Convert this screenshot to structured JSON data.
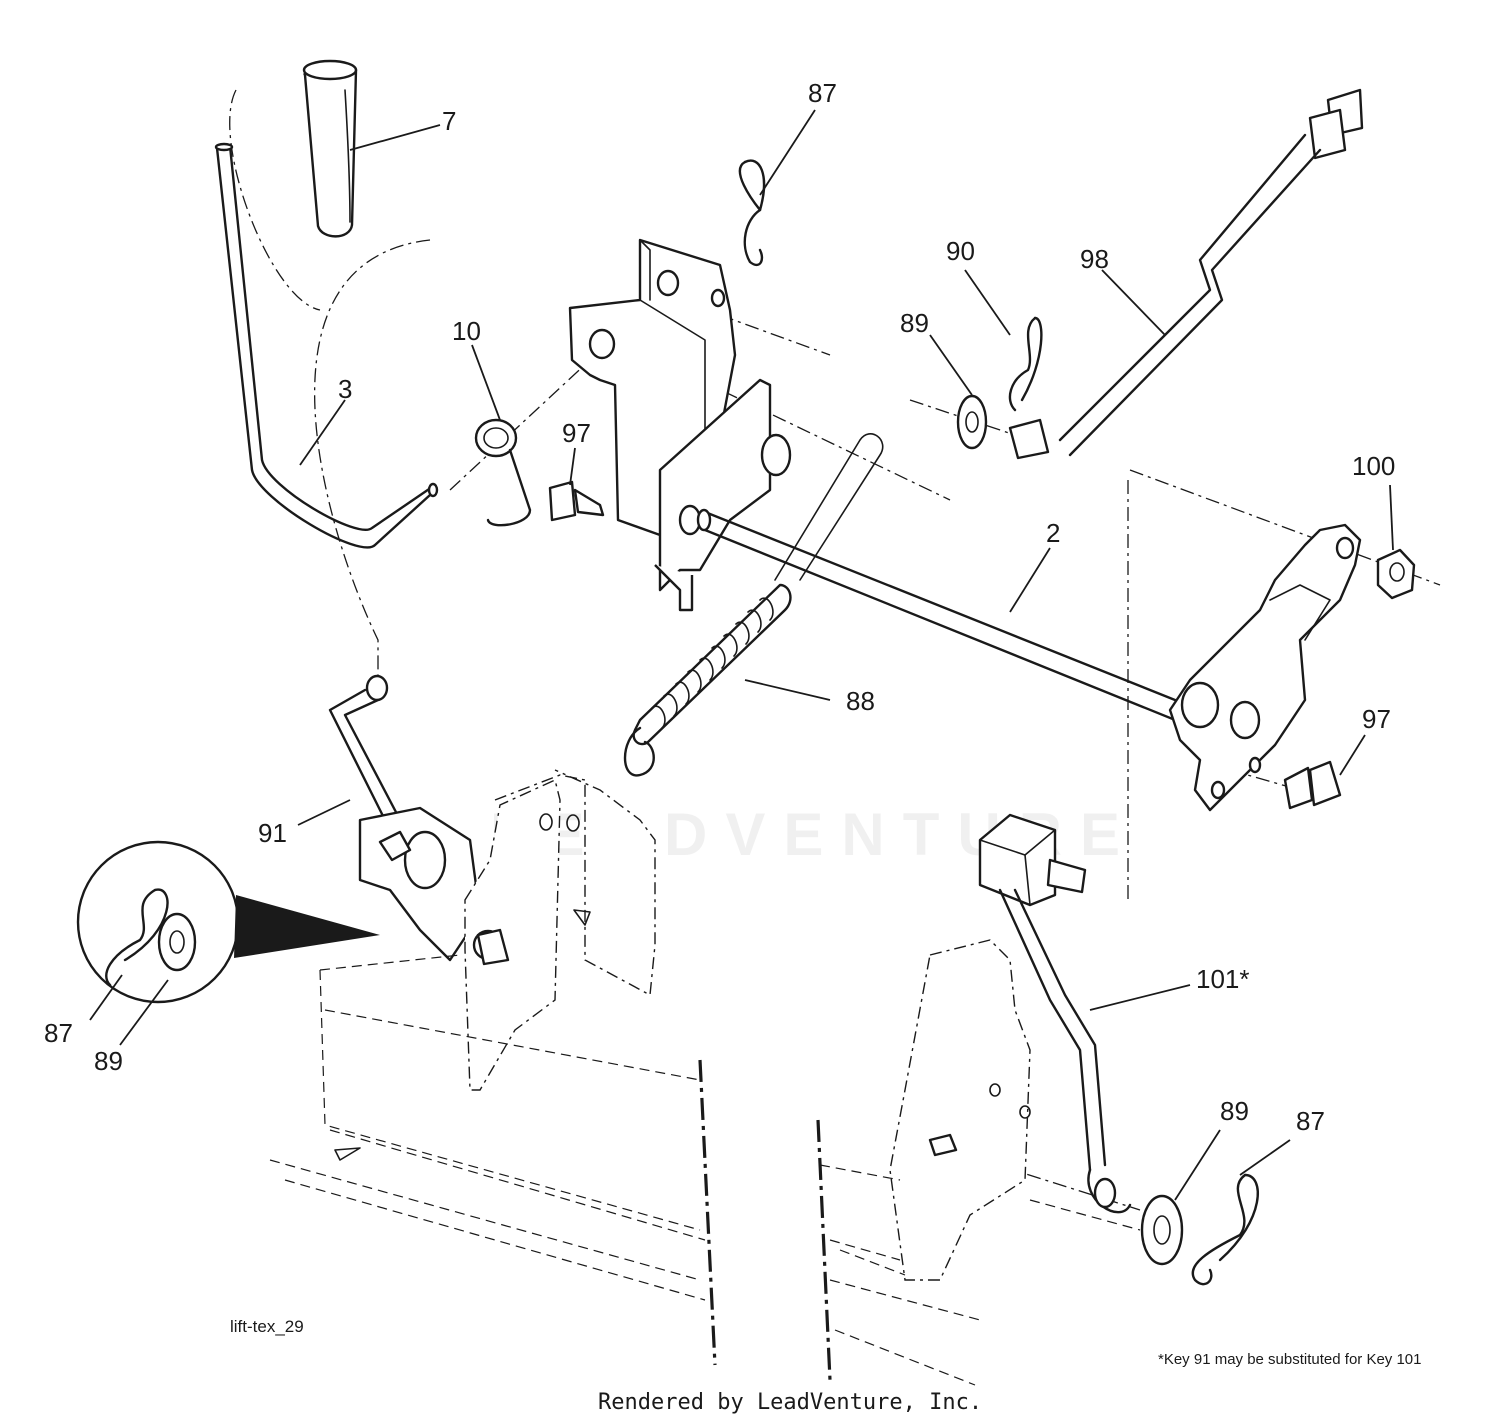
{
  "diagram": {
    "watermark": "LEADVENTURE",
    "drawing_id": "lift-tex_29",
    "footnote": "*Key 91 may be substituted for Key 101",
    "rendered_by": "Rendered by LeadVenture, Inc."
  },
  "callouts": {
    "k7": "7",
    "k87_top": "87",
    "k3": "3",
    "k10": "10",
    "k97_left": "97",
    "k90": "90",
    "k98": "98",
    "k89_top": "89",
    "k100": "100",
    "k2": "2",
    "k88": "88",
    "k97_right": "97",
    "k91": "91",
    "k87_detail": "87",
    "k89_detail": "89",
    "k101": "101*",
    "k89_bottom": "89",
    "k87_bottom": "87"
  }
}
